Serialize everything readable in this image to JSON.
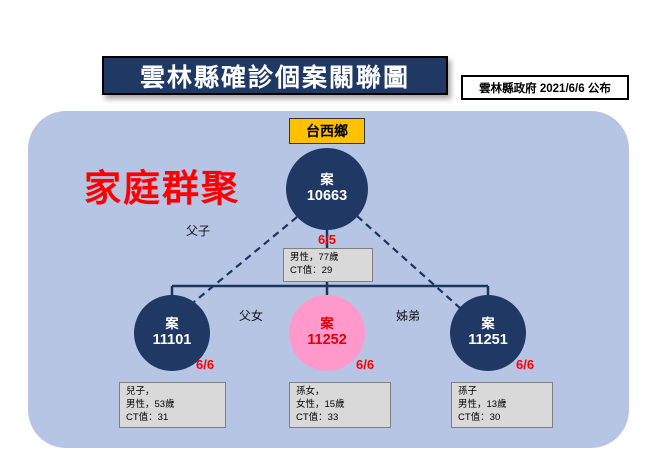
{
  "header": {
    "title": "雲林縣確診個案關聯圖",
    "source": "雲林縣政府 2021/6/6 公布"
  },
  "diagram": {
    "region": "台西鄉",
    "cluster_label": "家庭群聚",
    "root_case": {
      "prefix": "案",
      "id": "10663",
      "date": "6/5",
      "info_lines": [
        "男性，77歲",
        "CT值：29"
      ]
    },
    "relations": {
      "father_son": "父子",
      "father_daughter": "父女",
      "sister_brother": "姊弟"
    },
    "cases": [
      {
        "prefix": "案",
        "id": "11101",
        "date": "6/6",
        "variant": "navy",
        "info_lines": [
          "兒子，",
          "男性，53歲",
          "CT值：31"
        ]
      },
      {
        "prefix": "案",
        "id": "11252",
        "date": "6/6",
        "variant": "pink",
        "info_lines": [
          "孫女，",
          "女性，15歲",
          "CT值：33"
        ]
      },
      {
        "prefix": "案",
        "id": "11251",
        "date": "6/6",
        "variant": "navy",
        "info_lines": [
          "孫子",
          "男性，13歲",
          "CT值：30"
        ]
      }
    ]
  },
  "colors": {
    "navy": "#1f3864",
    "panel": "#b7c5e5",
    "pink": "#ff99cc",
    "accent_red": "#ff0000",
    "case_red": "#e00000",
    "yellow": "#ffc000",
    "info_bg": "#d9d9d9"
  }
}
